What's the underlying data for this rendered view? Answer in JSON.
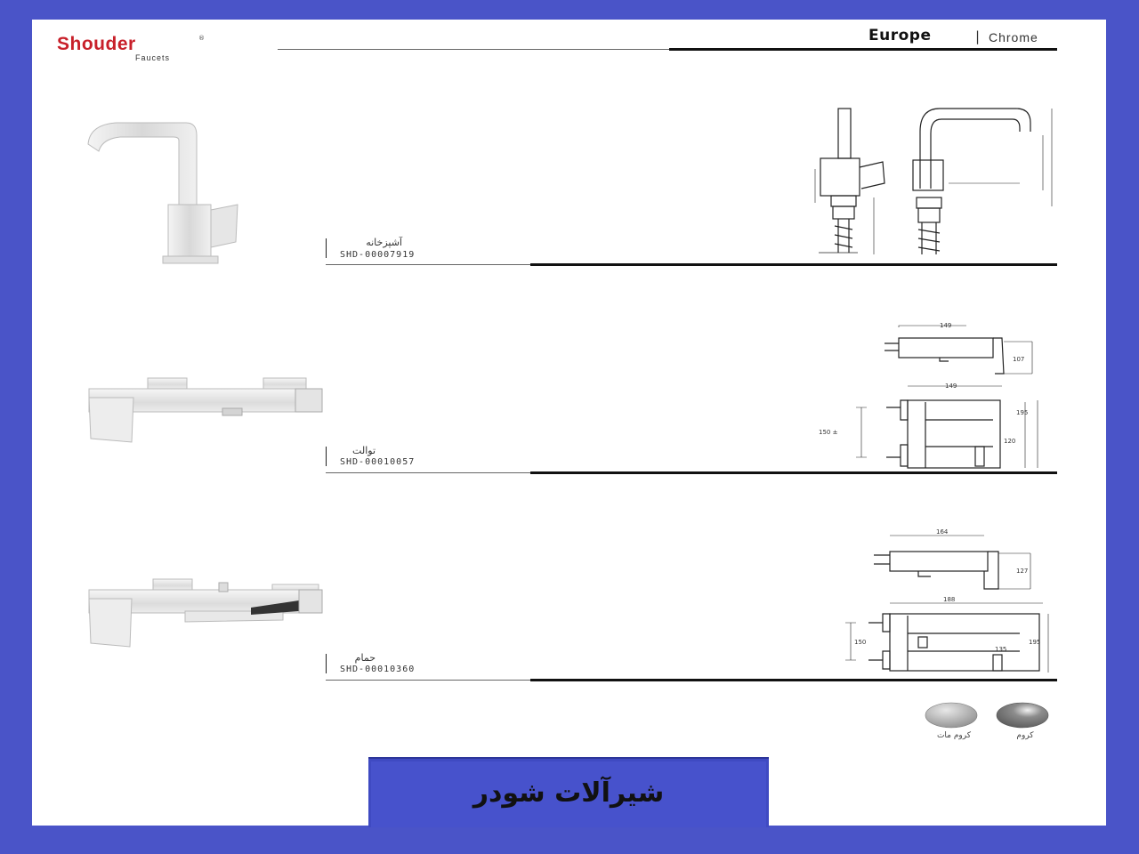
{
  "brand": {
    "name": "Shouder",
    "tagline": "Faucets",
    "registered": "®"
  },
  "header": {
    "series": "Europe",
    "separator": "|",
    "finish": "Chrome"
  },
  "products": [
    {
      "name": "آشپزخانه",
      "code": "SHD-00007919"
    },
    {
      "name": "توالت",
      "code": "SHD-00010057"
    },
    {
      "name": "حمام",
      "code": "SHD-00010360"
    }
  ],
  "dimensions": {
    "toilet": {
      "top_width": "149",
      "top_height": "107",
      "front_width": "149",
      "front_height": "195",
      "spacing": "150 ±",
      "inner": "120"
    },
    "bath": {
      "top_width": "164",
      "top_height": "127",
      "front_width": "188",
      "front_height": "195",
      "spacing": "150",
      "inner": "135"
    }
  },
  "finishes": [
    {
      "name": "کروم مات",
      "color": "#a9a9a9"
    },
    {
      "name": "کروم",
      "color": "#8d8d8d"
    }
  ],
  "footer": {
    "title": "شیرآلات شودر"
  },
  "colors": {
    "frame": "#4a54c8",
    "logo": "#c8202a",
    "footer_box": "#4752cc"
  }
}
